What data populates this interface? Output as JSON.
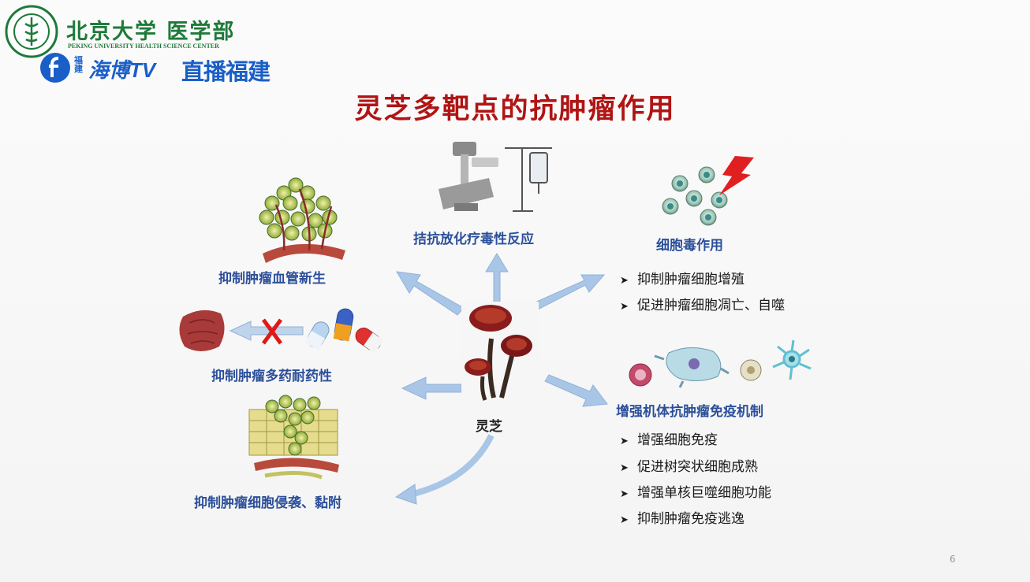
{
  "header": {
    "university_cn": "北京大学 医学部",
    "university_en": "PEKING UNIVERSITY HEALTH SCIENCE CENTER",
    "tv_province": "福建",
    "tv_name": "海博TV",
    "live_logo": "直播福建"
  },
  "slide": {
    "title": "灵芝多靶点的抗肿瘤作用",
    "center_label": "灵芝",
    "labels": {
      "radiotherapy": "拮抗放化疗毒性反应",
      "angiogenesis": "抑制肿瘤血管新生",
      "cytotoxic": "细胞毒作用",
      "mdr": "抑制肿瘤多药耐药性",
      "immune": "增强机体抗肿瘤免疫机制",
      "invasion": "抑制肿瘤细胞侵袭、黏附"
    },
    "cytotoxic_bullets": [
      "抑制肿瘤细胞增殖",
      "促进肿瘤细胞凋亡、自噬"
    ],
    "immune_bullets": [
      "增强细胞免疫",
      "促进树突状细胞成熟",
      "增强单核巨噬细胞功能",
      "抑制肿瘤免疫逃逸"
    ],
    "page_number": "6"
  },
  "colors": {
    "title": "#b01414",
    "label": "#2c4f9a",
    "arrow": "#a9c6e6",
    "logo_green": "#1f7a3a",
    "tv_blue": "#1a5fc8"
  }
}
